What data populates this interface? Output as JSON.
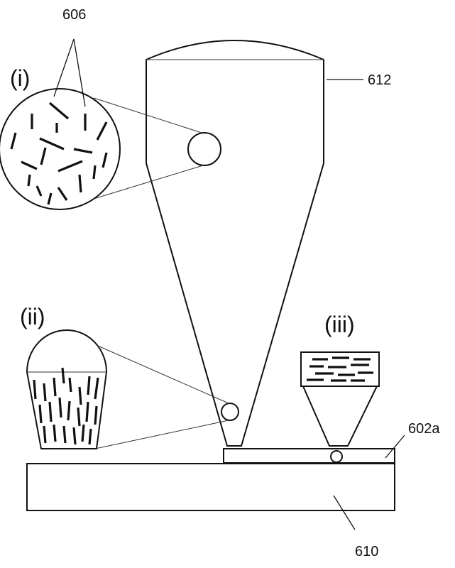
{
  "labels": {
    "fibers": "606",
    "vessel": "612",
    "layer": "602a",
    "base": "610"
  },
  "insets": {
    "i": "(i)",
    "ii": "(ii)",
    "iii": "(iii)"
  },
  "colors": {
    "ink": "#111111",
    "background": "#ffffff"
  }
}
